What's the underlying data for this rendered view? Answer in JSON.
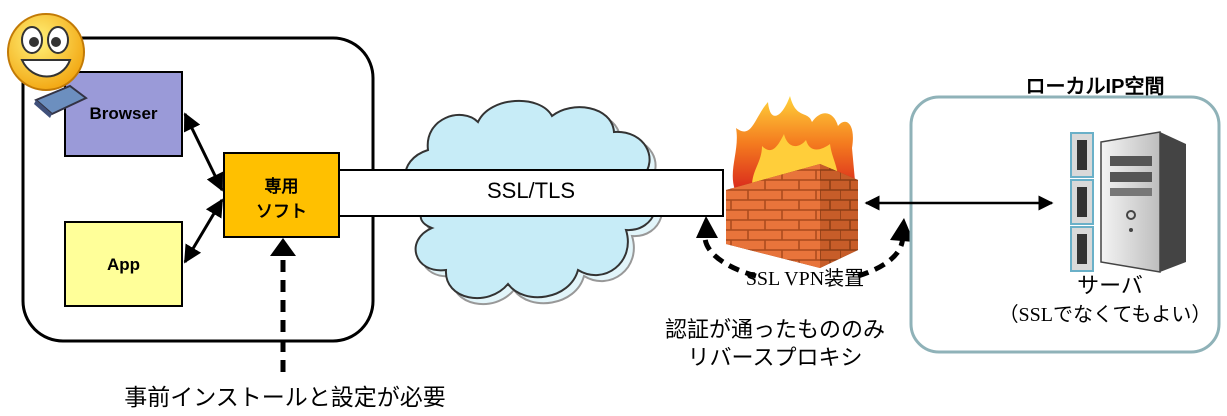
{
  "client": {
    "browser_label": "Browser",
    "app_label": "App",
    "software_label_line1": "専用",
    "software_label_line2": "ソフト",
    "install_note": "事前インストールと設定が必要"
  },
  "tunnel": {
    "label": "SSL/TLS"
  },
  "vpn": {
    "device_label": "SSL VPN装置",
    "note_line1": "認証が通ったもののみ",
    "note_line2": "リバースプロキシ"
  },
  "local": {
    "area_label": "ローカルIP空間",
    "server_label": "サーバ",
    "server_note": "（SSLでなくてもよい）"
  },
  "icons": [
    "smiley-laptop-icon",
    "cloud-icon",
    "firewall-icon",
    "fire-icon",
    "server-icon"
  ]
}
